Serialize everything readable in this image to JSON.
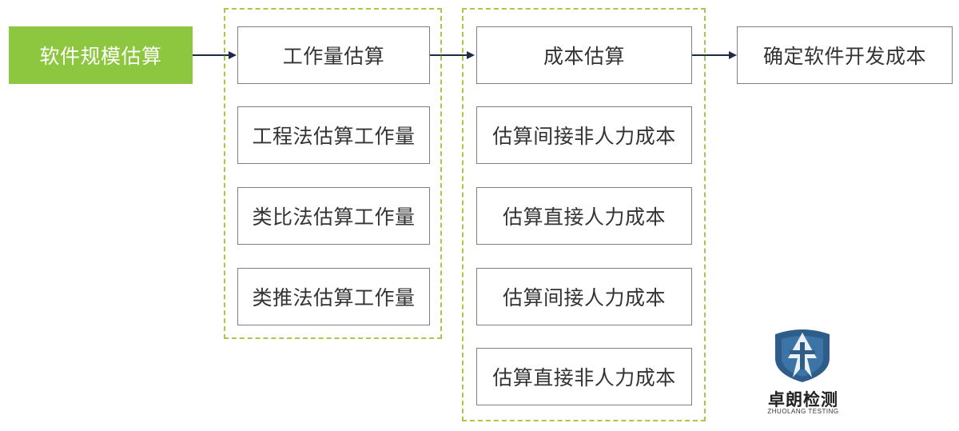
{
  "start_node": {
    "label": "软件规模估算"
  },
  "workload_group": {
    "items": [
      {
        "label": "工作量估算"
      },
      {
        "label": "工程法估算工作量"
      },
      {
        "label": "类比法估算工作量"
      },
      {
        "label": "类推法估算工作量"
      }
    ]
  },
  "cost_group": {
    "items": [
      {
        "label": "成本估算"
      },
      {
        "label": "估算间接非人力成本"
      },
      {
        "label": "估算直接人力成本"
      },
      {
        "label": "估算间接人力成本"
      },
      {
        "label": "估算直接非人力成本"
      }
    ]
  },
  "end_node": {
    "label": "确定软件开发成本"
  },
  "logo": {
    "name": "卓朗检测",
    "subtitle": "ZHUOLANG TESTING"
  },
  "colors": {
    "start_fill": "#8dc63f",
    "group_border": "#a6c94a",
    "box_border": "#7f7f7f",
    "arrow": "#1f2a44",
    "logo_shield": "#2f5d8a"
  }
}
